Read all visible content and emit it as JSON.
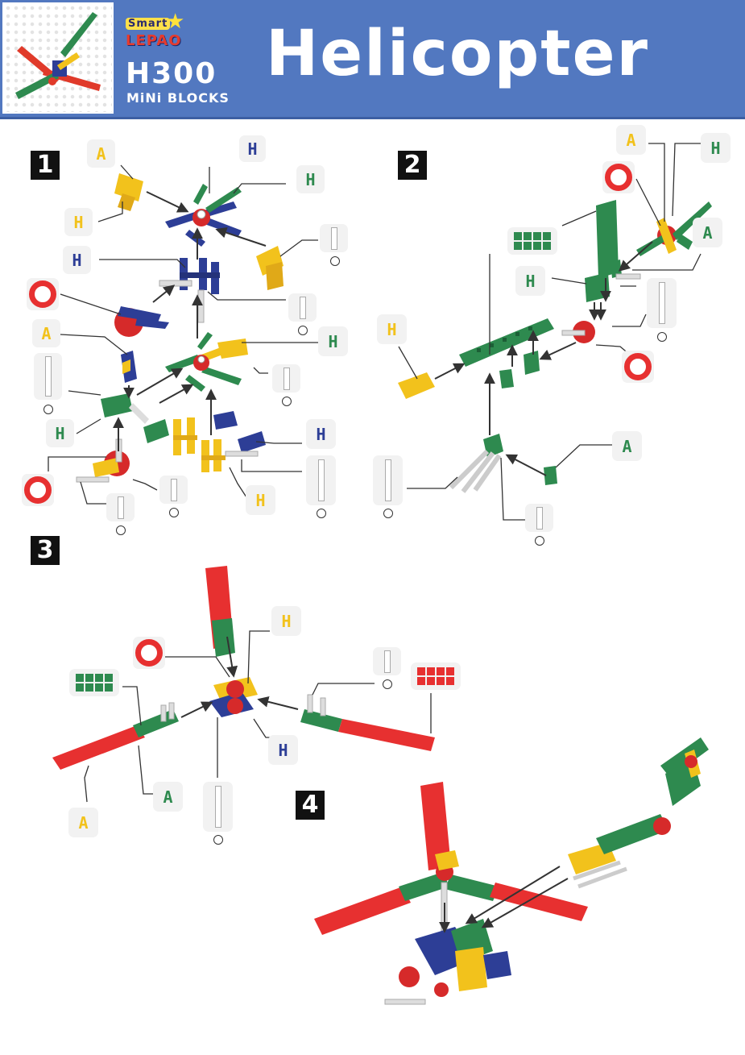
{
  "header": {
    "brand_small": "Smart",
    "brand_logo": "LEPAO",
    "model_code": "H300",
    "model_sub": "MiNi BLOCKS",
    "title": "Helicopter"
  },
  "steps": [
    "1",
    "2",
    "3",
    "4"
  ],
  "colors": {
    "header_bg": "#5278c0",
    "yellow": "#f2c21c",
    "green": "#2e8a4f",
    "blue": "#2d3e96",
    "red": "#e73030"
  },
  "part_icons": {
    "yellow_ladder": "yellow-ladder-icon",
    "green_ladder": "green-ladder-icon",
    "blue_ladder": "blue-ladder-icon",
    "yellow_a": "yellow-a-clip-icon",
    "green_a": "green-a-clip-icon",
    "red_ring": "red-ring-icon",
    "axle": "axle-icon",
    "green_plate": "green-plate-icon",
    "red_plate": "red-plate-icon"
  }
}
